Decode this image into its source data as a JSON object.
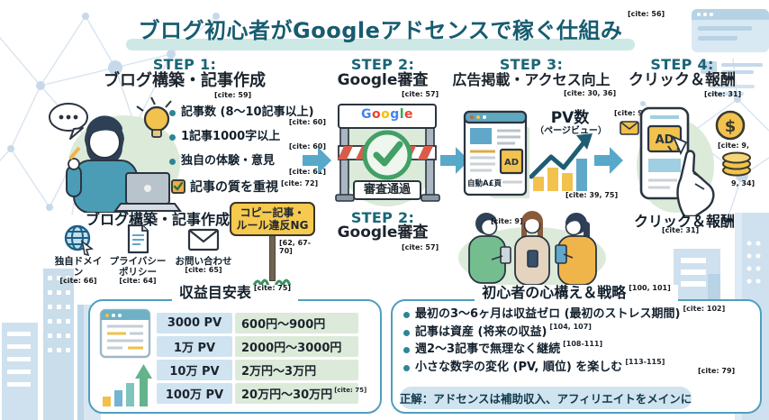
{
  "colors": {
    "title_teal": "#175c70",
    "step_label_teal": "#1b6577",
    "text_dark": "#1c242d",
    "arrow_blue": "#58a8ca",
    "accent_yellow": "#f2c24e",
    "check_green": "#42a065",
    "barrier_red": "#d85c4a",
    "panel_border_blue": "#4f9ec0",
    "table_pv_blue": "#cfe3f0",
    "table_yen_green": "#dcead9",
    "pill_blue": "#cfe4ef",
    "blob_green": "#dcead9",
    "building_blue": "#cfe1ee",
    "google_blue": "#4285F4",
    "google_red": "#EA4335",
    "google_yellow": "#FBBC05",
    "google_green": "#34A853"
  },
  "title": {
    "text": "ブログ初心者がGoogleアドセンスで稼ぐ仕組み",
    "cite": "[cite: 56]"
  },
  "step1": {
    "header": "STEP 1:",
    "subheader": "ブログ構築・記事作成",
    "cite": "[cite: 59]",
    "bullets": [
      {
        "text": "記事数 (8〜10記事以上)",
        "cite": "[cite: 60]"
      },
      {
        "text": "1記事1000字以上",
        "cite": "[cite: 60]"
      },
      {
        "text": "独自の体験・意見",
        "cite": "[cite: 61]"
      }
    ],
    "quality": {
      "text": "記事の質を重視",
      "cite": "[cite: 72]"
    },
    "bottom_header": "ブログ構築・記事作成",
    "features": [
      {
        "label": "独自ドメイン",
        "cite": "[cite: 66]"
      },
      {
        "label": "プライバシー",
        "label2": "ポリシー",
        "cite": "[cite: 64]"
      },
      {
        "label": "お問い合わせ",
        "cite": "[cite: 65]"
      }
    ],
    "sign": {
      "line1": "コピー記事・",
      "line2": "ルール違反NG",
      "cite": "[62, 67-70]"
    }
  },
  "step2": {
    "header": "STEP 2:",
    "subheader": "Google審査",
    "cite": "[cite: 57]",
    "gate": {
      "letters": [
        {
          "ch": "G"
        },
        {
          "ch": "o"
        },
        {
          "ch": "o"
        },
        {
          "ch": "g"
        },
        {
          "ch": "l"
        },
        {
          "ch": "e"
        }
      ],
      "pass": "審査通過"
    },
    "bottom_header": "STEP 2:",
    "bottom_subheader": "Google審査",
    "bottom_cite": "[cite: 57]"
  },
  "step3": {
    "header": "STEP 3:",
    "subheader": "広告掲載・アクセス向上",
    "cite": "[cite: 30, 36]",
    "pv_title": "PV数",
    "pv_sub": "（ページビュー）",
    "ad_label": "AD",
    "auto_ad_label": "自動A£頁",
    "chart_cite": "[cite: 39, 75]",
    "people_cite": "[cite: 9]"
  },
  "step4": {
    "header": "STEP 4:",
    "subheader": "クリック＆報酬",
    "cite": "[cite: 31]",
    "envelope_cite": "[cite: 9]",
    "ad_label": "AD",
    "dollar": "$",
    "coin_cite_top": "[cite: 9,",
    "coin_cite_bottom": "9, 34]",
    "bottom_label": "クリック＆報酬",
    "bottom_cite": "[cite: 31]"
  },
  "revenue": {
    "title": "収益目安表",
    "cite": "[cite: 75]",
    "rows": [
      {
        "pv": "3000 PV",
        "yen": "600円〜900円",
        "cite": ""
      },
      {
        "pv": "1万 PV",
        "yen": "2000円〜3000円",
        "cite": ""
      },
      {
        "pv": "10万 PV",
        "yen": "2万円〜3万円",
        "cite": ""
      },
      {
        "pv": "100万 PV",
        "yen": "20万円〜30万円",
        "cite": "[cite: 75]"
      }
    ]
  },
  "mindset": {
    "title": "初心者の心構え＆戦略",
    "cite": "[100, 101]",
    "bullets": [
      {
        "text": "最初の3〜6ヶ月は収益ゼロ (最初のストレス期間)",
        "cite": "[cite: 102]"
      },
      {
        "text": "記事は資産 (将来の収益)",
        "cite": "[104, 107]"
      },
      {
        "text": "週2〜3記事で無理なく継続",
        "cite": "[108-111]"
      },
      {
        "text": "小さな数字の変化 (PV, 順位) を楽しむ",
        "cite": "[113-115]"
      }
    ],
    "side_cite": "[cite: 79]",
    "answer": "正解：アドセンスは補助収入、アフィリエイトをメインに"
  }
}
